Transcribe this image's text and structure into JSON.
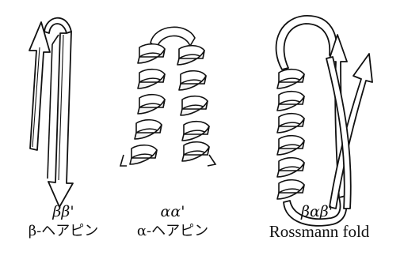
{
  "panels": [
    {
      "id": "beta-hairpin",
      "symbol": "ββ'",
      "label": "β-ヘアピン"
    },
    {
      "id": "alpha-hairpin",
      "symbol": "αα'",
      "label": "α-ヘアピン"
    },
    {
      "id": "rossmann",
      "symbol": "βαβ'",
      "label": "Rossmann fold"
    }
  ]
}
